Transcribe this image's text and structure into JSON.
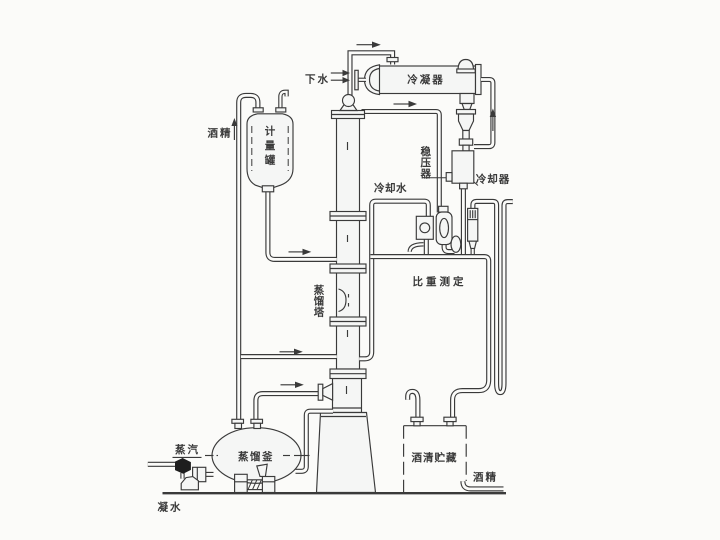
{
  "diagram": {
    "type": "process-flow-diagram",
    "labels": {
      "drain_water": "下水",
      "condenser": "冷凝器",
      "pressure_stabilizer": "稳压器",
      "cooler": "冷却器",
      "cooling_water": "冷却水",
      "gravity_measurement": "比重测定",
      "distillation_column": "蒸馏塔",
      "measuring_tank": "计量罐",
      "alcohol_feed": "酒精",
      "steam": "蒸汽",
      "distillation_kettle": "蒸馏釜",
      "condensate_water": "凝水",
      "alcohol_storage": "酒清贮藏",
      "alcohol_outlet": "酒精"
    },
    "flow_arrows": {
      "right": "▶",
      "up": "▲"
    },
    "colors": {
      "ink": "#3a3a3a",
      "paper": "#fbfbf9",
      "vessel_fill": "#f5f6f5",
      "valve_fill": "#1e1e1e"
    }
  }
}
